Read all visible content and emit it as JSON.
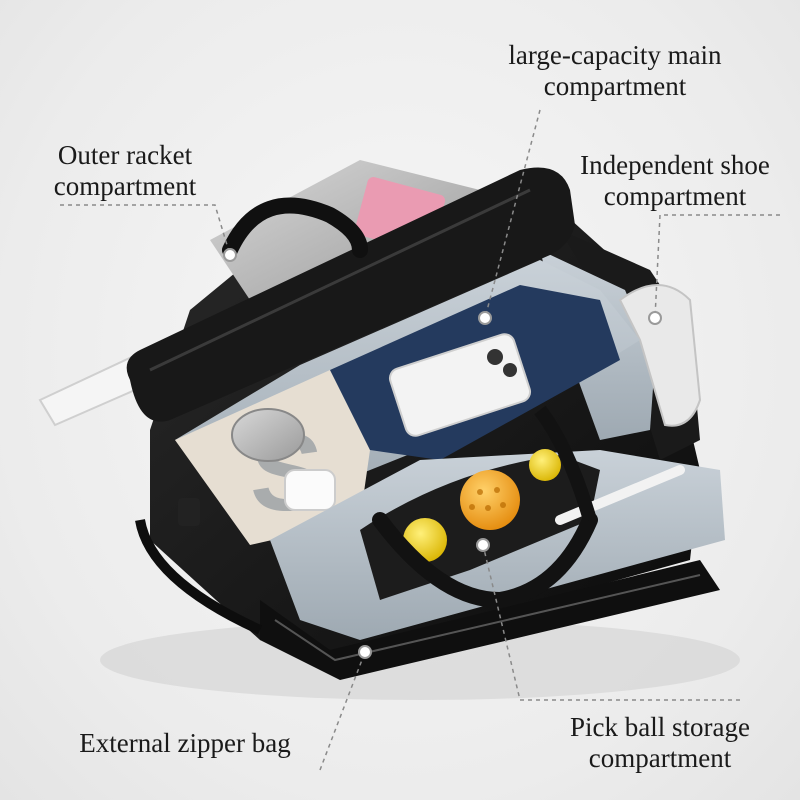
{
  "image": {
    "subject": "sports-duffel-bag-with-compartments",
    "colors": {
      "background": "#eeeeee",
      "bag_body": "#141414",
      "lining": "#b9c3cb",
      "navy_pouch": "#243a5e",
      "beige_panel": "#e6ded2",
      "pickleball": "#f2a21b",
      "racket_handle": "#f4f4f4",
      "callout_line": "#8a8a8a"
    }
  },
  "labels": {
    "main": {
      "line1": "large-capacity main",
      "line2": "compartment"
    },
    "racket": {
      "line1": "Outer racket",
      "line2": "compartment"
    },
    "shoe": {
      "line1": "Independent shoe",
      "line2": "compartment"
    },
    "zipper": {
      "line1": "External zipper bag"
    },
    "ball": {
      "line1": "Pick ball storage",
      "line2": "compartment"
    }
  }
}
